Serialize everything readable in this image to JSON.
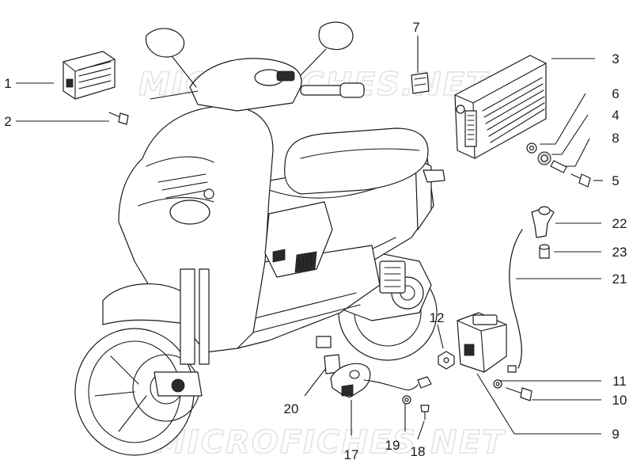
{
  "watermark": {
    "text": "MICROFICHES.NET"
  },
  "callouts": [
    {
      "id": "1",
      "label": "1"
    },
    {
      "id": "2",
      "label": "2"
    },
    {
      "id": "3",
      "label": "3"
    },
    {
      "id": "4",
      "label": "4"
    },
    {
      "id": "5",
      "label": "5"
    },
    {
      "id": "6",
      "label": "6"
    },
    {
      "id": "7",
      "label": "7"
    },
    {
      "id": "8",
      "label": "8"
    },
    {
      "id": "9",
      "label": "9"
    },
    {
      "id": "10",
      "label": "10"
    },
    {
      "id": "11",
      "label": "11"
    },
    {
      "id": "12",
      "label": "12"
    },
    {
      "id": "17",
      "label": "17"
    },
    {
      "id": "18",
      "label": "18"
    },
    {
      "id": "19",
      "label": "19"
    },
    {
      "id": "20",
      "label": "20"
    },
    {
      "id": "21",
      "label": "21"
    },
    {
      "id": "22",
      "label": "22"
    },
    {
      "id": "23",
      "label": "23"
    }
  ]
}
